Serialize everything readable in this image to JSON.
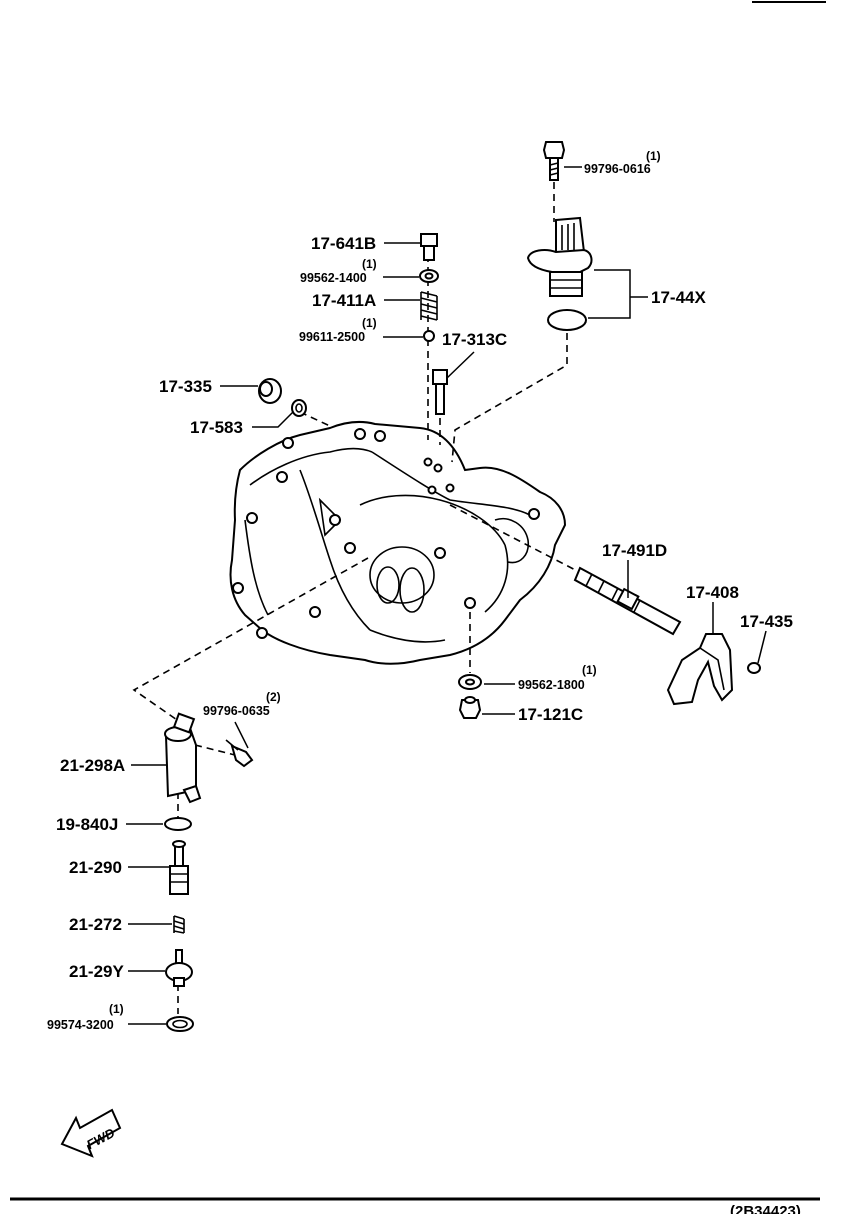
{
  "diagram": {
    "footer_code": "(2B34423)",
    "fwd_label": "FWD",
    "labels": {
      "p17_641b": "17-641B",
      "p99562_1400": "99562-1400",
      "q99562_1400": "(1)",
      "p17_411a": "17-411A",
      "p99611_2500": "99611-2500",
      "q99611_2500": "(1)",
      "p17_313c": "17-313C",
      "p99796_0616": "99796-0616",
      "q99796_0616": "(1)",
      "p17_44x": "17-44X",
      "p17_335": "17-335",
      "p17_583": "17-583",
      "p17_491d": "17-491D",
      "p17_408": "17-408",
      "p17_435": "17-435",
      "p99562_1800": "99562-1800",
      "q99562_1800": "(1)",
      "p17_121c": "17-121C",
      "p99796_0635": "99796-0635",
      "q99796_0635": "(2)",
      "p21_298a": "21-298A",
      "p19_840j": "19-840J",
      "p21_290": "21-290",
      "p21_272": "21-272",
      "p21_29y": "21-29Y",
      "p99574_3200": "99574-3200",
      "q99574_3200": "(1)"
    }
  }
}
